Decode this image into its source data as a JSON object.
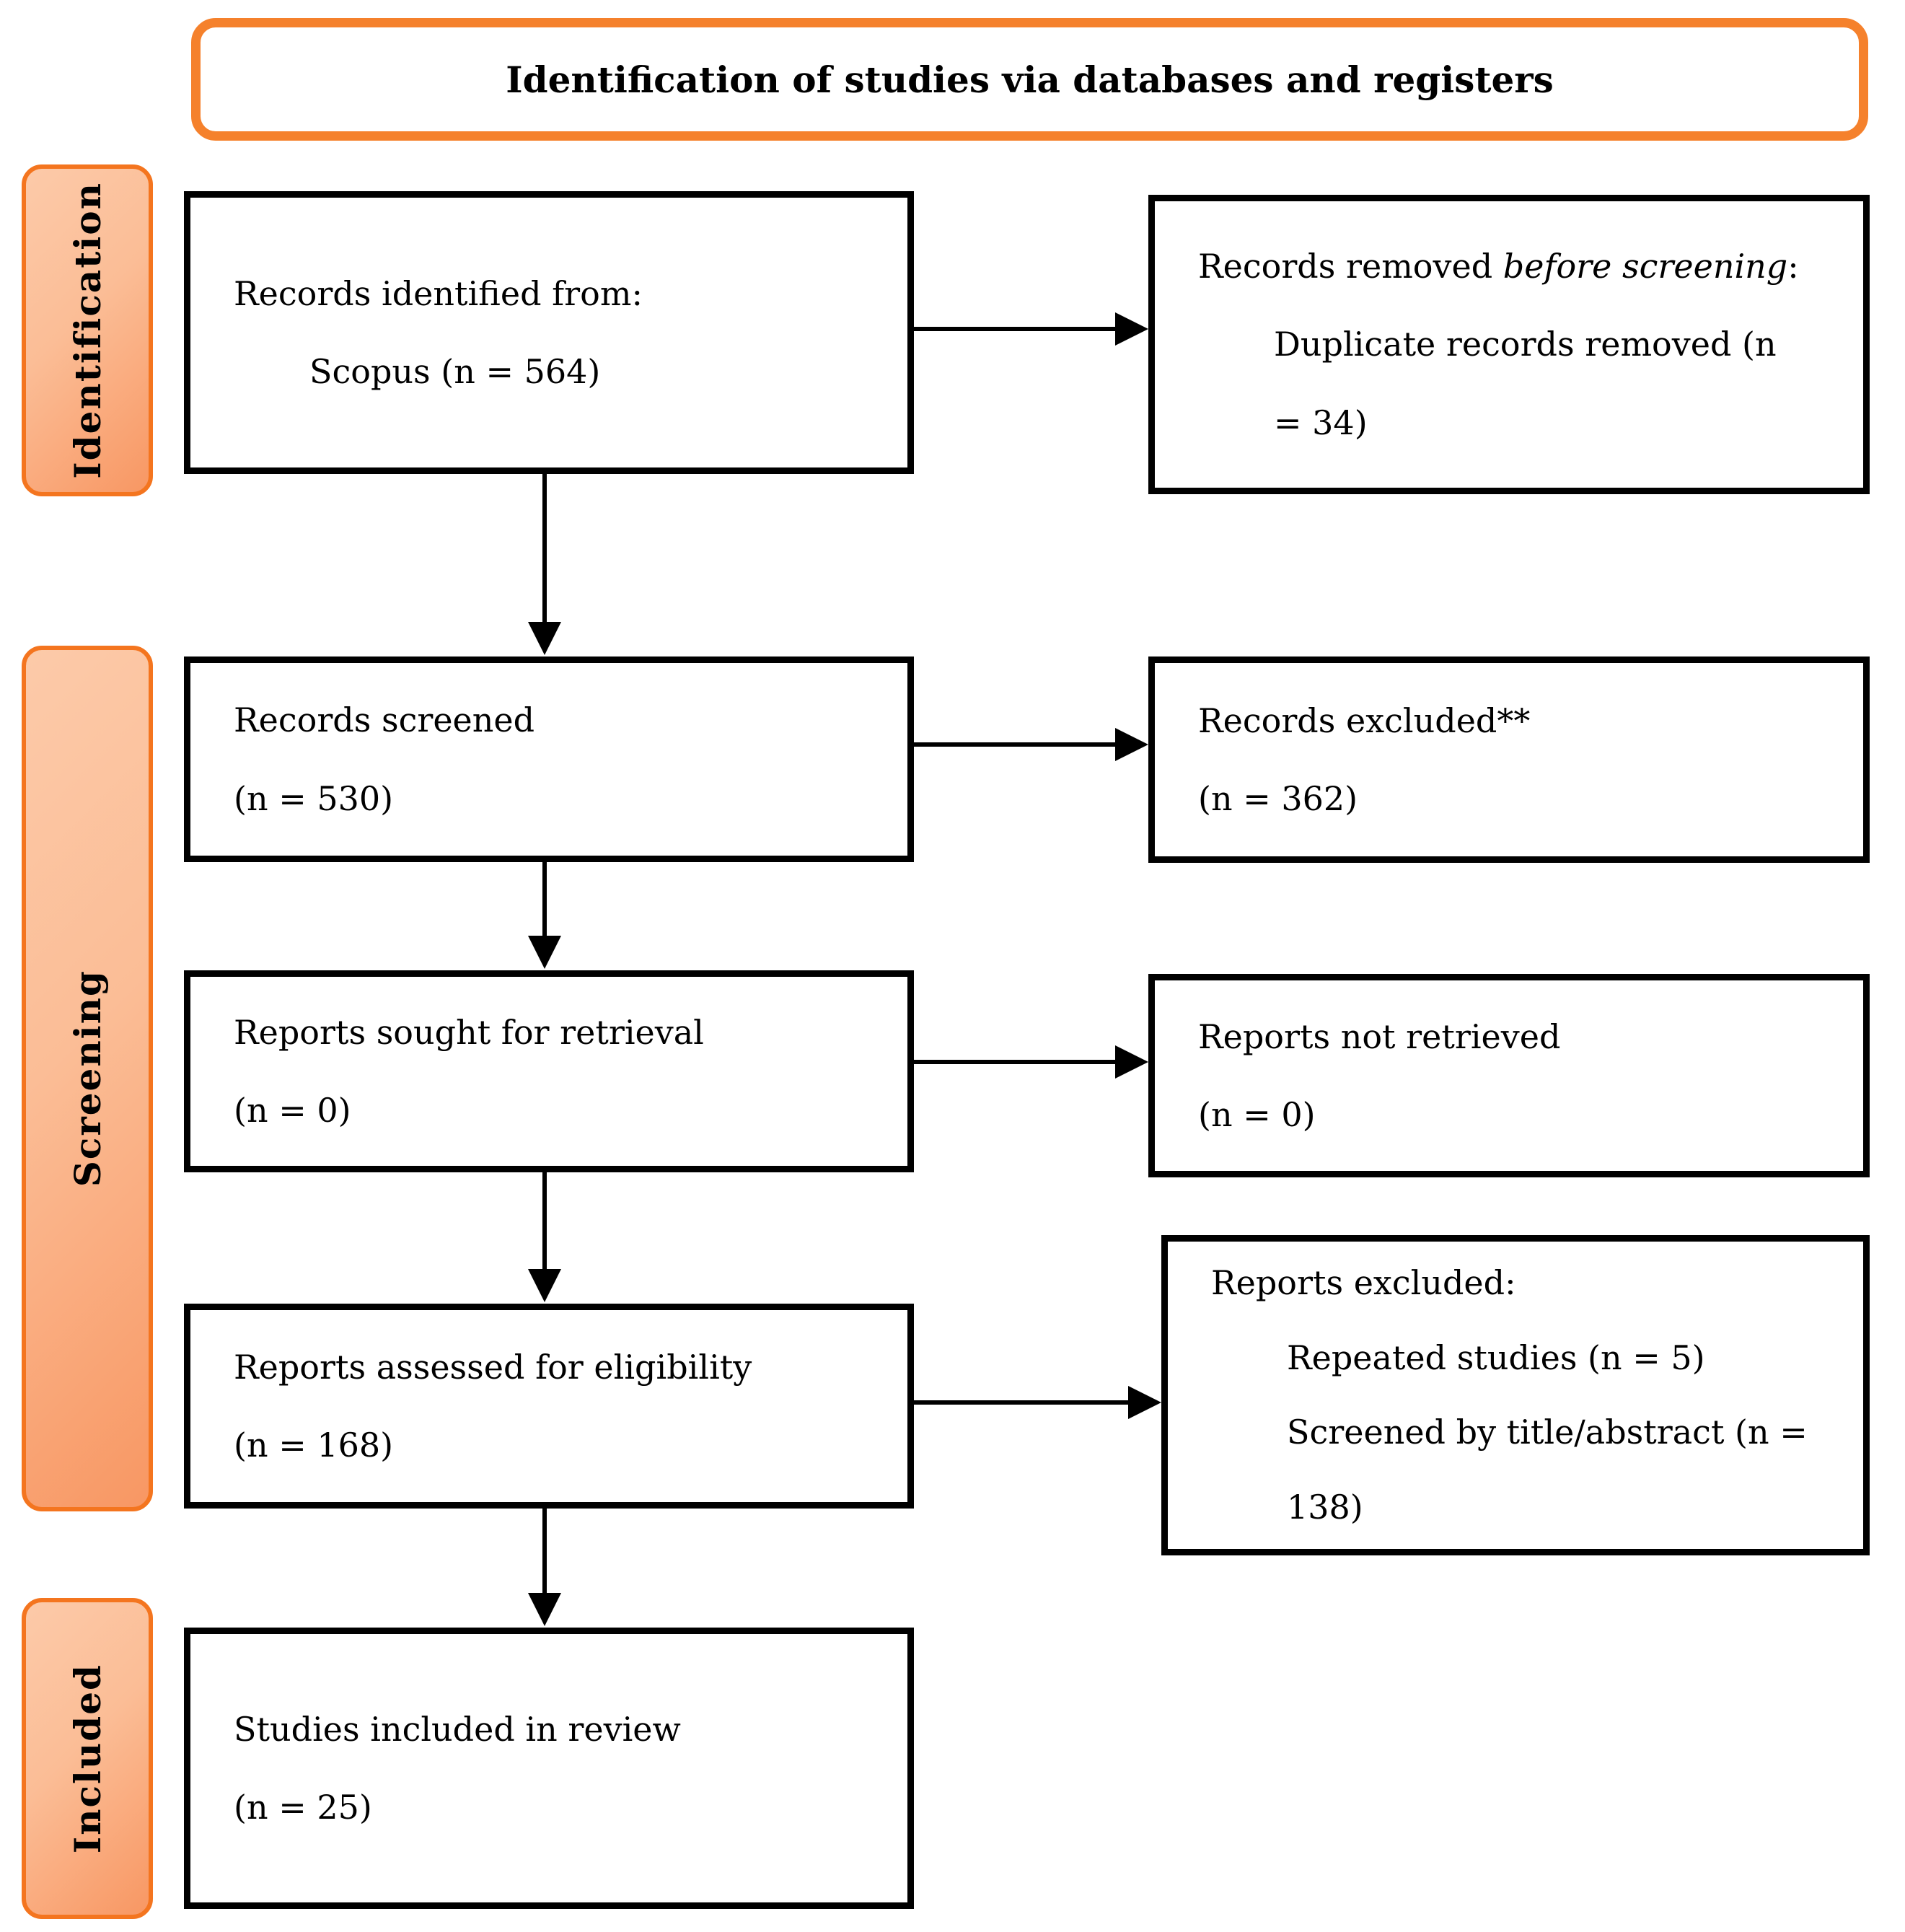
{
  "title": "Identification of studies via databases and registers",
  "colors": {
    "accent_border": "#f4751f",
    "accent_fill_light": "#fccaa9",
    "accent_fill_dark": "#f89763",
    "box_border": "#000000"
  },
  "sidebar": {
    "identification": "Identification",
    "screening": "Screening",
    "included": "Included"
  },
  "boxes": {
    "records_identified": {
      "line1": "Records identified from:",
      "line2": "Scopus (n = 564)"
    },
    "records_removed": {
      "line1_pre": "Records removed ",
      "line1_italic": "before screening",
      "line1_post": ":",
      "line2": "Duplicate records removed (n",
      "line3": "= 34)"
    },
    "records_screened": {
      "line1": "Records screened",
      "line2": "(n = 530)"
    },
    "records_excluded": {
      "line1": "Records excluded**",
      "line2": "(n = 362)"
    },
    "reports_sought": {
      "line1": "Reports sought for retrieval",
      "line2": "(n = 0)"
    },
    "reports_not_retrieved": {
      "line1": "Reports not retrieved",
      "line2": "(n = 0)"
    },
    "reports_assessed": {
      "line1": "Reports assessed for eligibility",
      "line2": "(n = 168)"
    },
    "reports_excluded": {
      "line1": "Reports excluded:",
      "line2": "Repeated studies (n = 5)",
      "line3": "Screened by title/abstract (n =",
      "line4": "138)"
    },
    "studies_included": {
      "line1": "Studies included in review",
      "line2": "(n = 25)"
    }
  }
}
